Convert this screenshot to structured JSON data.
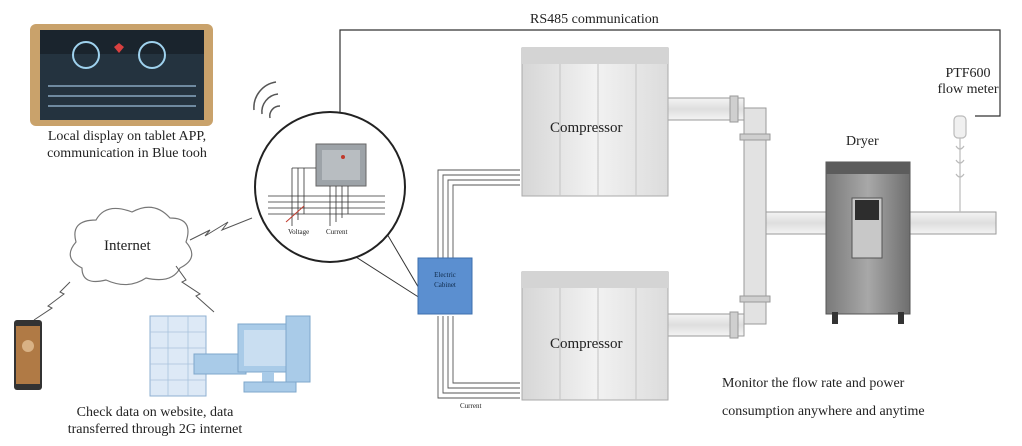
{
  "labels": {
    "rs485": "RS485 communication",
    "ptf_line1": "PTF600",
    "ptf_line2": "flow meter",
    "tablet_line1": "Local display on tablet APP,",
    "tablet_line2": "communication in Blue tooh",
    "compressor_top": "Compressor",
    "compressor_bottom": "Compressor",
    "dryer": "Dryer",
    "internet": "Internet",
    "voltage": "Voltage",
    "current_zoom": "Current",
    "cabinet_line1": "Electric",
    "cabinet_line2": "Cabinet",
    "current_bottom": "Current",
    "web_line1": "Check data on website, data",
    "web_line2": "transferred through 2G internet",
    "monitor_line1": "Monitor the flow rate and power",
    "monitor_line2": "consumption anywhere and anytime"
  },
  "colors": {
    "cabinet": "#5b8fd0",
    "tablet_frame": "#c9a26b",
    "screen": "#24333f",
    "monitor": "#a9cbe8",
    "pipe": "#cfcfcf",
    "compressor": "#e4e4e4"
  }
}
